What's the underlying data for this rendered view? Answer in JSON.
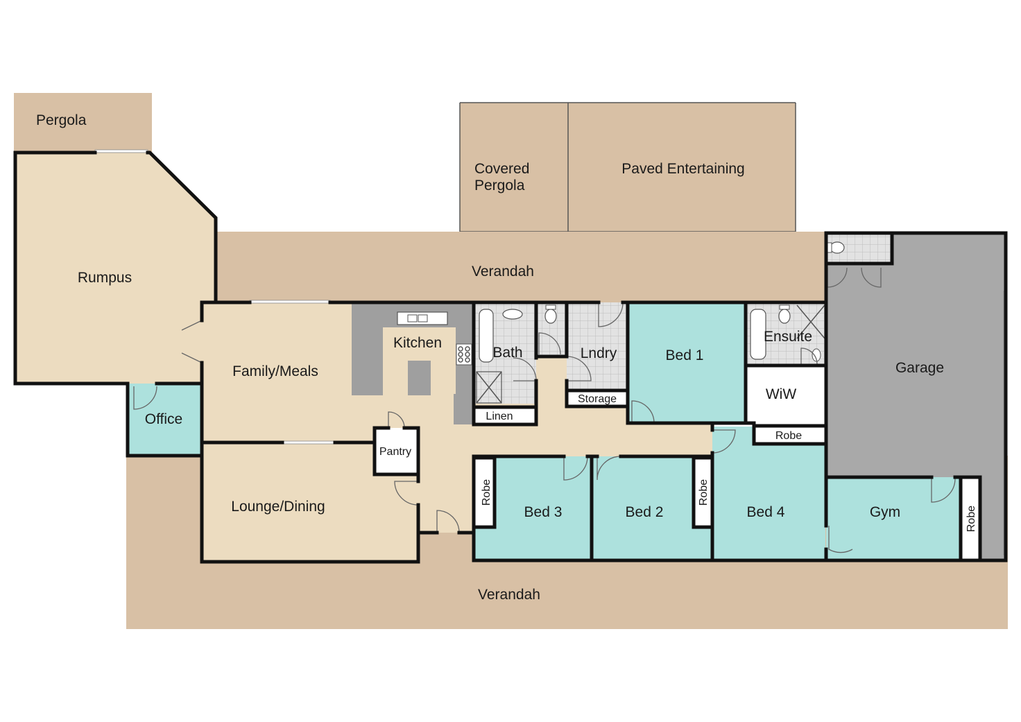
{
  "colors": {
    "outdoor": "#d8c0a5",
    "living": "#ecdcc0",
    "bedroom": "#ade1dd",
    "garage": "#a9a9a9",
    "wet_area": "#e2e2e2",
    "kitchen_bench": "#9f9f9f",
    "wall": "#111111"
  },
  "rooms": {
    "pergola": "Pergola",
    "covered_pergola_line1": "Covered",
    "covered_pergola_line2": "Pergola",
    "paved_entertaining": "Paved Entertaining",
    "verandah_rear": "Verandah",
    "rumpus": "Rumpus",
    "family_meals": "Family/Meals",
    "kitchen": "Kitchen",
    "bath": "Bath",
    "laundry": "Lndry",
    "storage": "Storage",
    "linen": "Linen",
    "bed1": "Bed 1",
    "ensuite": "Ensuite",
    "wiw": "WiW",
    "garage": "Garage",
    "office": "Office",
    "pantry": "Pantry",
    "lounge_dining": "Lounge/Dining",
    "bed3": "Bed 3",
    "bed2": "Bed 2",
    "bed4": "Bed 4",
    "gym": "Gym",
    "robe_bed1": "Robe",
    "robe_bed3": "Robe",
    "robe_bed2": "Robe",
    "robe_gym": "Robe",
    "verandah_front": "Verandah"
  }
}
